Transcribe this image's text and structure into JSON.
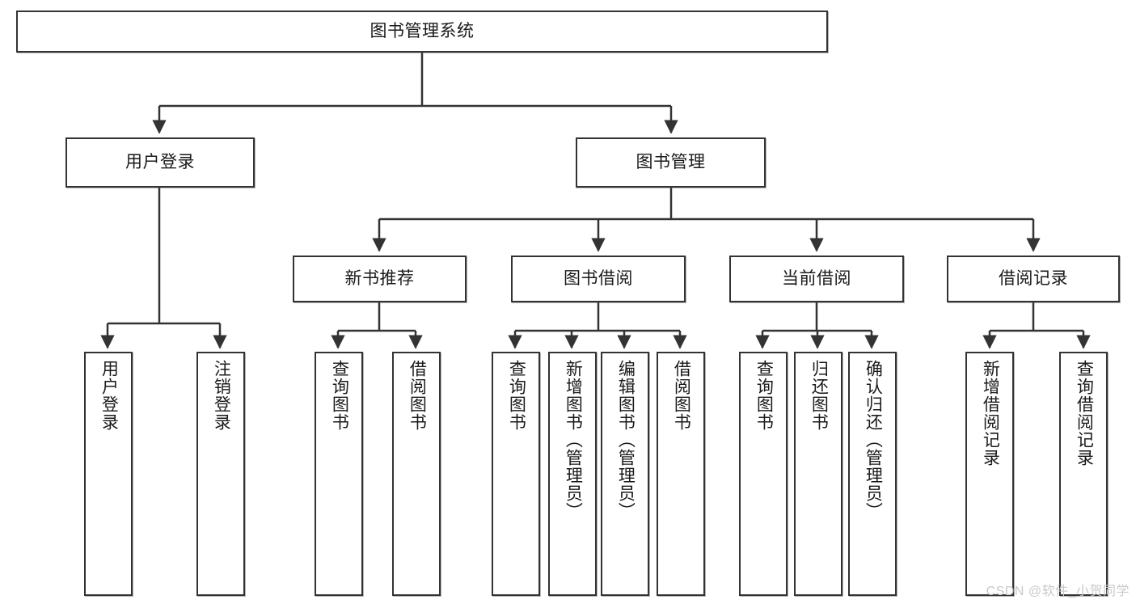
{
  "diagram": {
    "title": "图书管理系统",
    "type": "tree",
    "watermark": "CSDN @软件_小贺同学",
    "colors": {
      "stroke": "#333333",
      "fill": "#ffffff",
      "text": "#1a1a1a",
      "watermark": "#c9c9c9"
    },
    "nodes": {
      "root": {
        "label": "图书管理系统"
      },
      "level2": [
        {
          "label": "用户登录"
        },
        {
          "label": "图书管理"
        }
      ],
      "level3": [
        {
          "label": "新书推荐"
        },
        {
          "label": "图书借阅"
        },
        {
          "label": "当前借阅"
        },
        {
          "label": "借阅记录"
        }
      ],
      "leaves": {
        "user_login": [
          {
            "label": "用户登录"
          },
          {
            "label": "注销登录"
          }
        ],
        "new_book_recommend": [
          {
            "label": "查询图书"
          },
          {
            "label": "借阅图书"
          }
        ],
        "book_borrow": [
          {
            "label": "查询图书"
          },
          {
            "label": "新增图书（管理员）"
          },
          {
            "label": "编辑图书（管理员）"
          },
          {
            "label": "借阅图书"
          }
        ],
        "current_borrow": [
          {
            "label": "查询图书"
          },
          {
            "label": "归还图书"
          },
          {
            "label": "确认归还（管理员）"
          }
        ],
        "borrow_record": [
          {
            "label": "新增借阅记录"
          },
          {
            "label": "查询借阅记录"
          }
        ]
      }
    }
  }
}
